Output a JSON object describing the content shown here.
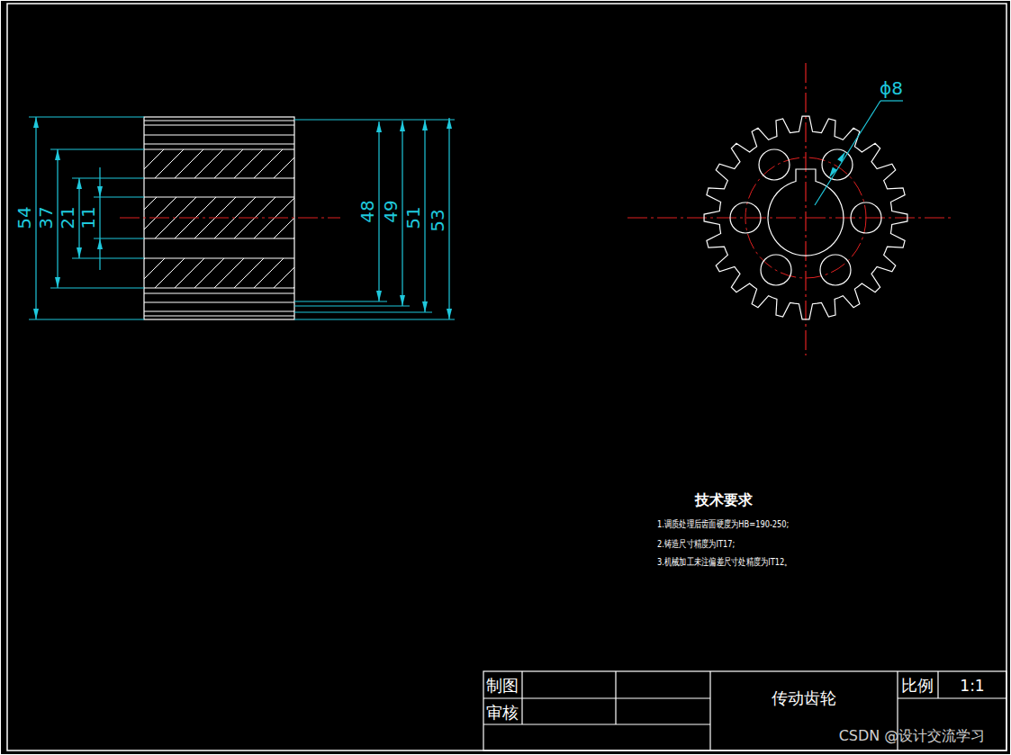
{
  "diagram": {
    "labels": [
      "54",
      "37",
      "21",
      "11",
      "48",
      "49",
      "51",
      "53",
      "ϕ8",
      "技术要求",
      "1.调质处理后齿面硬度为HB=190-250;",
      "2.铸造尺寸精度为IT17;",
      "3.机械加工未注偏差尺寸处精度为IT12。",
      "制图",
      "审核",
      "传动齿轮",
      "比例",
      "1:1",
      "CSDN @设计交流学习"
    ]
  }
}
